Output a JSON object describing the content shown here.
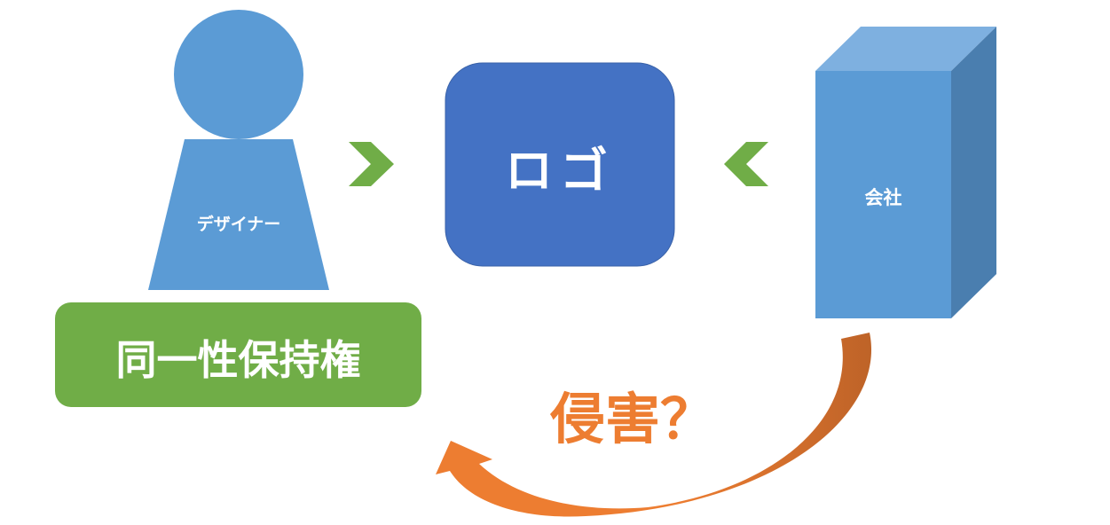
{
  "designer": {
    "label": "デザイナー"
  },
  "logo": {
    "label": "ロゴ"
  },
  "company": {
    "label": "会社"
  },
  "right": {
    "label": "同一性保持権"
  },
  "infringement": {
    "label": "侵害？"
  },
  "colors": {
    "person": "#5B9BD5",
    "logo": "#4472C4",
    "green": "#70AD47",
    "orange": "#ED7D31",
    "orange_dark": "#C0652A",
    "box_top": "#7EB0E0",
    "box_side": "#4A7EAF"
  }
}
